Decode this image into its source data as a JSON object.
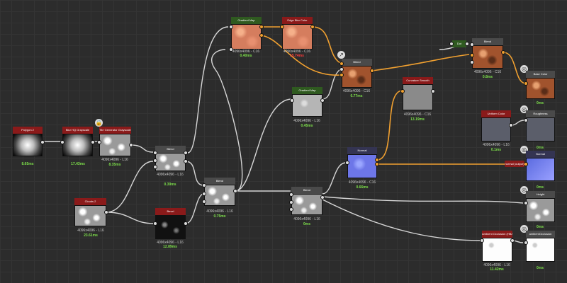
{
  "nodes": {
    "polygon": {
      "title": "Polygon 2",
      "time": "8.65ms"
    },
    "blur": {
      "title": "Blur HQ Grayscale",
      "time": "17.43ms"
    },
    "tile": {
      "title": "Tile Generator Grayscale",
      "res": "4096x4096 - L16",
      "time": "8.35ms"
    },
    "clouds": {
      "title": "Clouds 2",
      "res": "4096x4096 - L16",
      "time": "23.61ms"
    },
    "blend1": {
      "title": "Blend",
      "res": "4096x4096 - L16",
      "time": "0.39ms"
    },
    "bevel": {
      "title": "Bevel",
      "res": "4096x4096 - L16",
      "time": "12.89ms"
    },
    "blend2": {
      "title": "Blend",
      "res": "4096x4096 - L16",
      "time": "0.75ms"
    },
    "gradmap1": {
      "title": "Gradient Map",
      "res": "4096x4096 - C16",
      "time": "0.40ms"
    },
    "edgeblur": {
      "title": "Edge Blur Color",
      "res": "4096x4096 - C16",
      "time": "15.74ms"
    },
    "gradmap2": {
      "title": "Gradient Map",
      "res": "4096x4096 - L16",
      "time": "0.45ms"
    },
    "blend3": {
      "title": "Blend",
      "res": "4096x4096 - C16",
      "time": "0.77ms"
    },
    "blend4": {
      "title": "Blend",
      "res": "4096x4096 - L16",
      "time": "0ms"
    },
    "normal": {
      "title": "Normal",
      "res": "4096x4096 - C16",
      "time": "0.66ms"
    },
    "curv": {
      "title": "Curvature Smooth",
      "res": "4096x4096 - C16",
      "time": "13.19ms"
    },
    "blend5": {
      "title": "Blend",
      "res": "4096x4096 - C16",
      "time": "0.8ms"
    },
    "uniform": {
      "title": "Uniform Color",
      "res": "4096x4096 - L16",
      "time": "0.1ms"
    },
    "ao": {
      "title": "Ambient Occlusion (HBAO)",
      "res": "4096x4096 - L16",
      "time": "11.42ms"
    },
    "dot": {
      "title": "Dot"
    }
  },
  "outputs": {
    "basecolor": {
      "title": "Base Color",
      "time": "0ms"
    },
    "roughness": {
      "title": "Roughness",
      "time": "0ms"
    },
    "normal": {
      "title": "Normal",
      "time": "0ms",
      "pin": "normal (output)"
    },
    "height": {
      "title": "Height",
      "time": "0ms"
    },
    "ao": {
      "title": "ambientOcclusion",
      "time": "0ms"
    }
  },
  "colors": {
    "ok": "#7de04a",
    "warn": "#ff3b3b",
    "wire_white": "#d8d8d8",
    "wire_orange": "#f0a030"
  }
}
